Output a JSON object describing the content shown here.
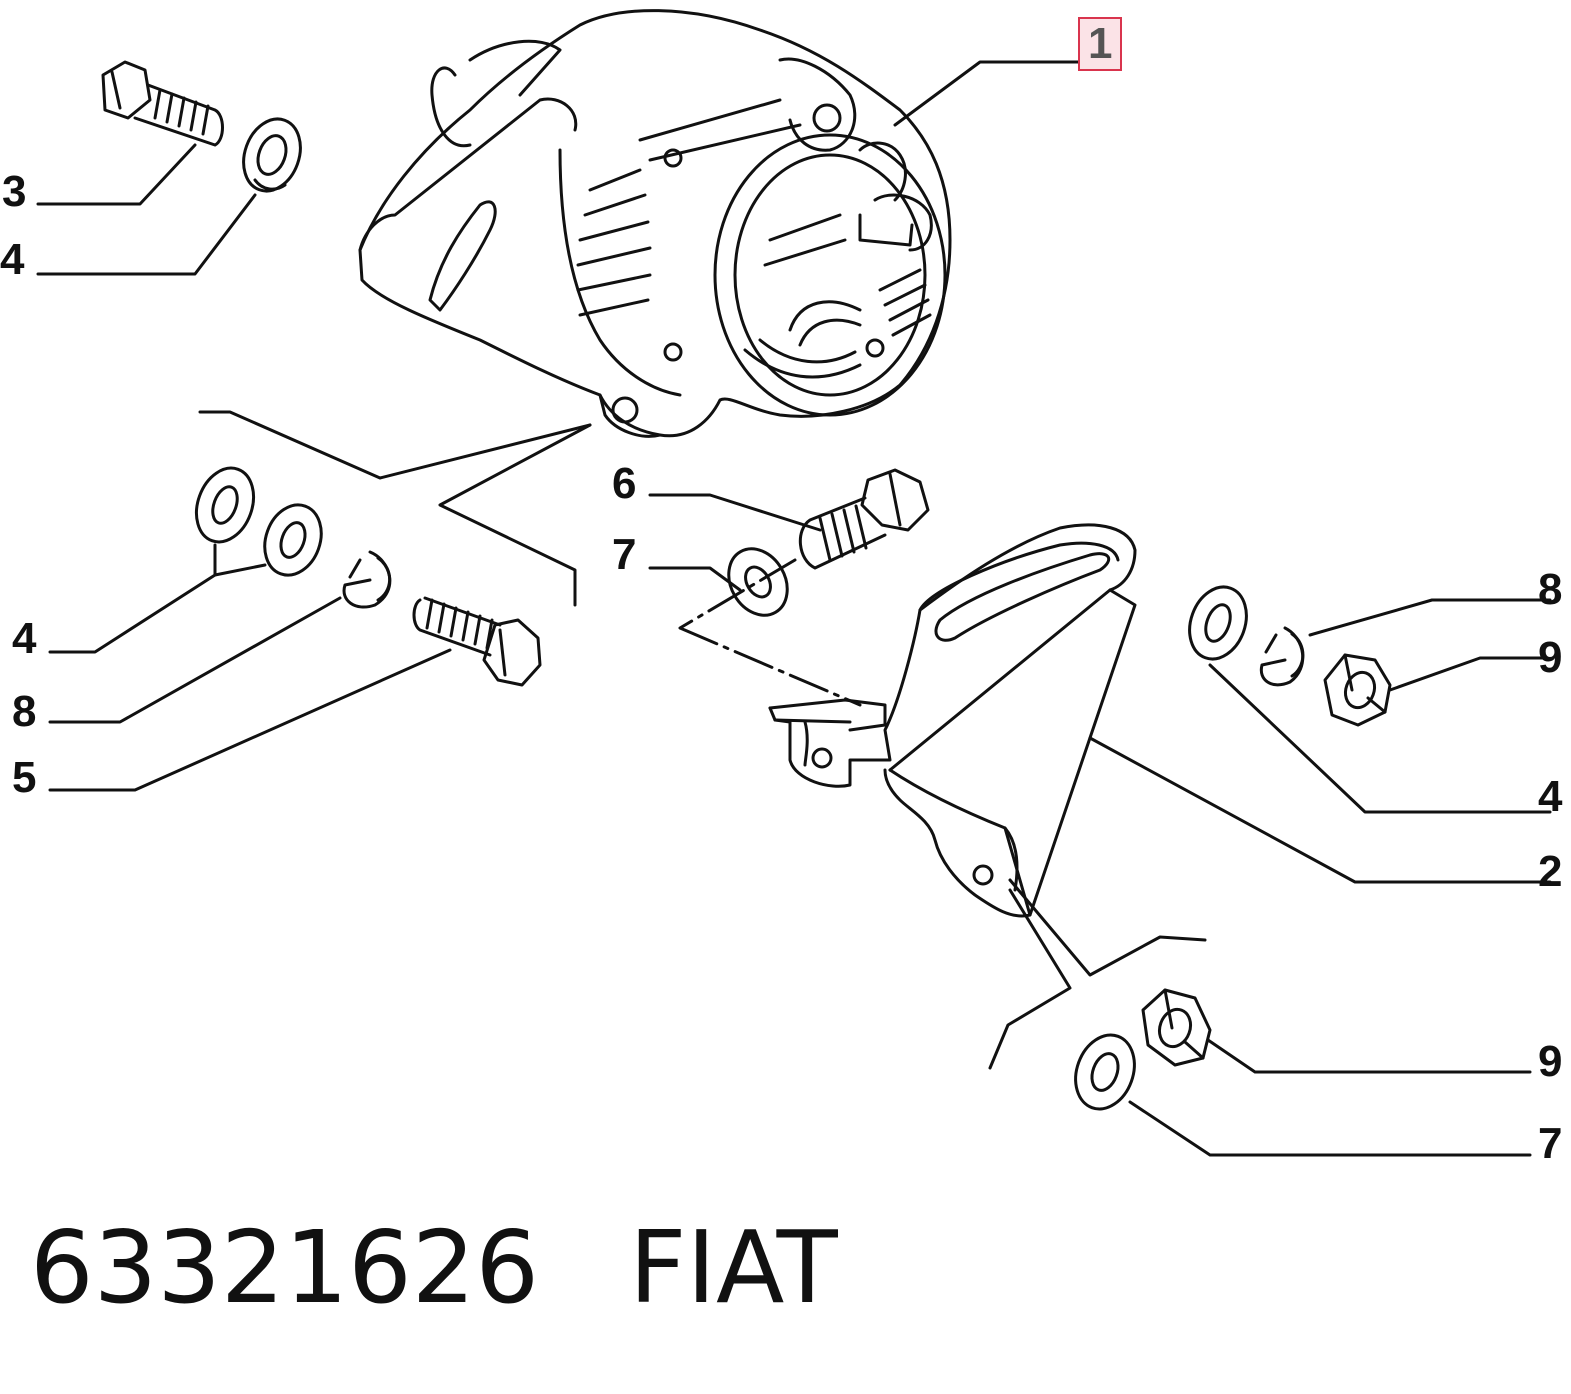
{
  "diagram": {
    "callouts": {
      "c1": "1",
      "c2": "2",
      "c3": "3",
      "c4a": "4",
      "c4b": "4",
      "c4c": "4",
      "c5": "5",
      "c6": "6",
      "c7a": "7",
      "c7b": "7",
      "c8a": "8",
      "c8b": "8",
      "c9a": "9",
      "c9b": "9"
    },
    "highlighted_callout": "1",
    "highlight_color": "#d9344d",
    "line_color": "#111111"
  },
  "caption": {
    "part_number": "63321626",
    "brand": "FIAT"
  }
}
